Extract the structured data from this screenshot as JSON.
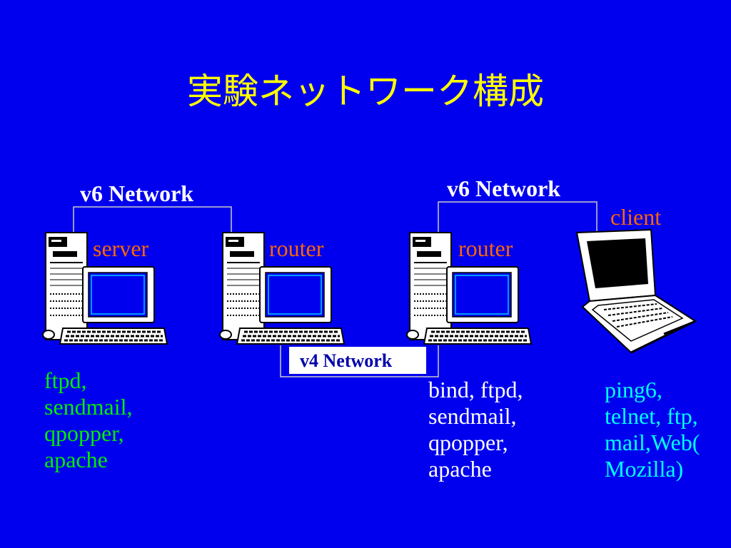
{
  "title": "実験ネットワーク構成",
  "networks": {
    "left_v6": "v6 Network",
    "right_v6": "v6 Network",
    "v4": "v4 Network"
  },
  "devices": {
    "server": "server",
    "router_left": "router",
    "router_right": "router",
    "client": "client"
  },
  "services": {
    "server": [
      "ftpd,",
      "sendmail,",
      "qpopper,",
      "apache"
    ],
    "router": [
      "bind, ftpd,",
      "sendmail,",
      "qpopper,",
      "apache"
    ],
    "client": [
      "ping6,",
      "telnet, ftp,",
      "mail,Web(",
      "Mozilla)"
    ]
  },
  "colors": {
    "background": "#0000ee",
    "title": "#ffff00",
    "network_label": "#ffffff",
    "v4_label": "#0000aa",
    "server_label": "#ff6600",
    "router_label": "#ff6600",
    "client_label": "#ff6600",
    "server_services": "#00ee00",
    "router_services": "#ffffff",
    "client_services": "#00ffff"
  },
  "icons": {
    "server": "desktop-computer-icon",
    "router_left": "desktop-computer-icon",
    "router_right": "desktop-computer-icon",
    "client": "laptop-icon"
  }
}
